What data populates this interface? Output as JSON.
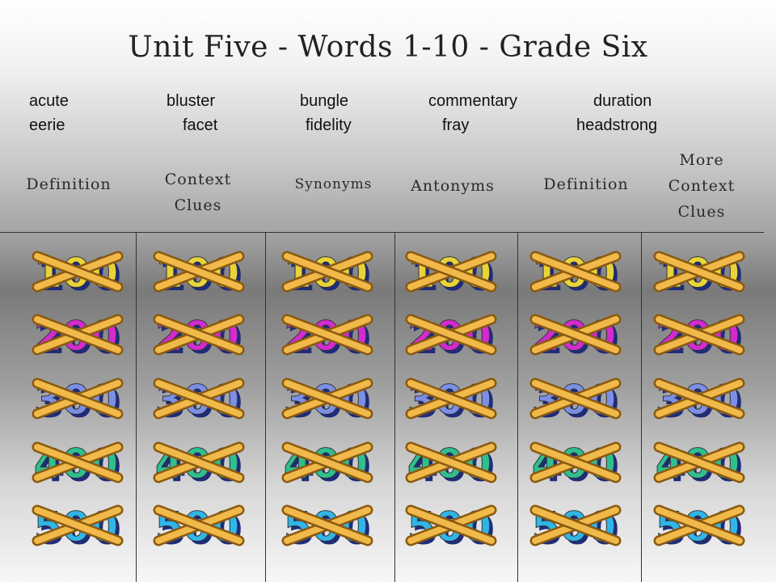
{
  "title": "Unit Five - Words 1-10 -  Grade Six",
  "word_rows": [
    [
      "acute",
      "bluster",
      "bungle",
      "commentary",
      "duration"
    ],
    [
      "eerie",
      "facet",
      "fidelity",
      "fray",
      "headstrong"
    ]
  ],
  "categories": [
    "Definition",
    "Context Clues",
    "Synonyms",
    "Antonyms",
    "Definition",
    "More Context Clues"
  ],
  "point_values": [
    "100",
    "200",
    "300",
    "400",
    "500"
  ],
  "tile_colors": [
    "#e9d33a",
    "#d42ad0",
    "#7c8fe6",
    "#2fbf8f",
    "#2fb6e8"
  ],
  "tile_state": "used"
}
